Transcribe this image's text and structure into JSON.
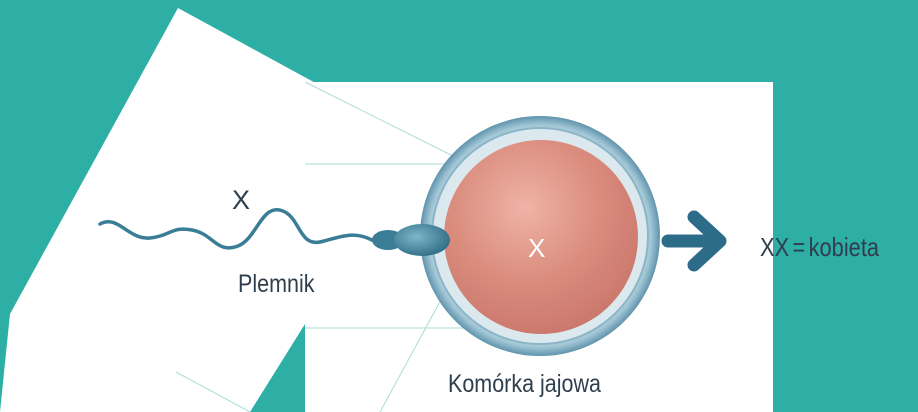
{
  "sperm": {
    "chromosome": "X",
    "caption": "Plemnik"
  },
  "egg": {
    "chromosome": "X",
    "caption": "Komórka jajowa"
  },
  "result": {
    "chromosomes": "XX",
    "equals": "=",
    "sex": "kobieta"
  },
  "colors": {
    "background": "#2eafa6",
    "paper": "#ffffff",
    "sperm": "#3f7f96",
    "egg_cytoplasm": "#d98a7c",
    "egg_membrane": "#8fb9cc",
    "arrow": "#2c6c88",
    "text": "#2f3e4c"
  },
  "icons": {
    "arrow": "right-arrow-icon"
  }
}
